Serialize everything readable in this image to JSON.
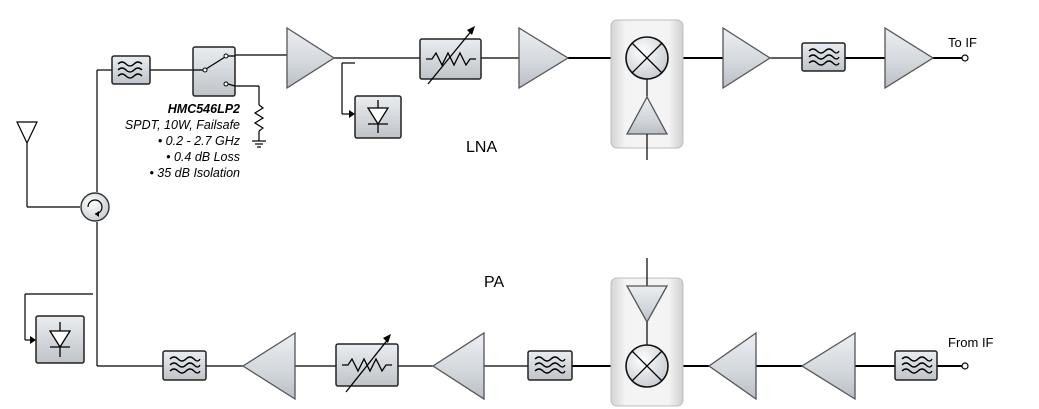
{
  "labels": {
    "to_if": "To IF",
    "from_if": "From IF",
    "lna": "LNA",
    "pa": "PA"
  },
  "switch_spec": {
    "part": "HMC546LP2",
    "line1": "SPDT, 10W, Failsafe",
    "line2": "• 0.2 - 2.7 GHz",
    "line3": "• 0.4 dB Loss",
    "line4": "• 35 dB Isolation"
  },
  "colors": {
    "amp_fill": "#d7dce0",
    "box_fill": "#d2d6da",
    "mixer_panel": "#e6e6e6"
  }
}
